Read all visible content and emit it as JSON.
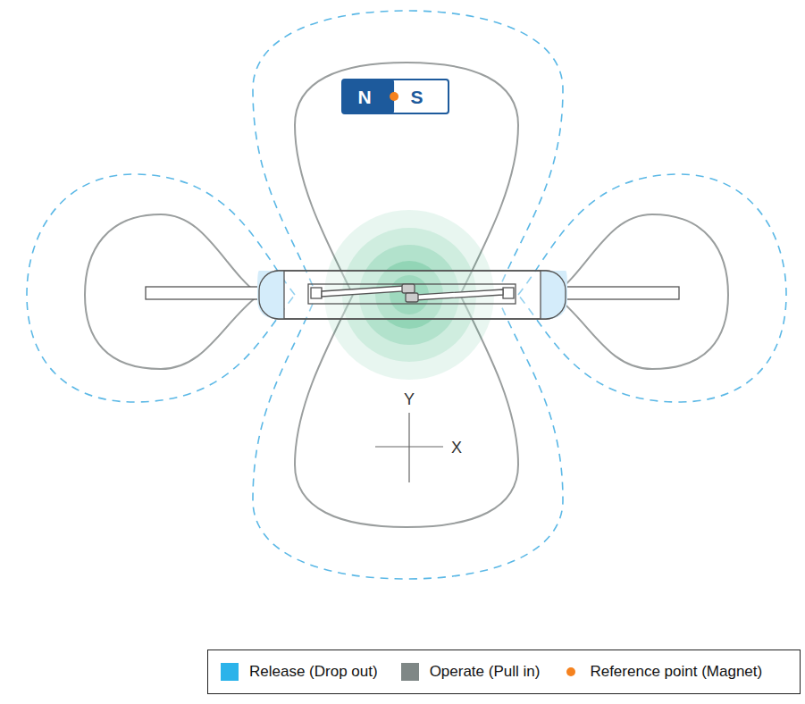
{
  "diagram": {
    "nodes": [
      {
        "text": [
          "N",
          "S"
        ]
      }
    ],
    "labels": [
      "Y",
      "X"
    ],
    "legend": [
      {
        "text": "Release (Drop out)",
        "color": "#2bb3ea"
      },
      {
        "text": "Operate (Pull in)",
        "color": "#7f8786"
      },
      {
        "text": "Reference point (Magnet)",
        "color": "#f5821f"
      }
    ]
  }
}
